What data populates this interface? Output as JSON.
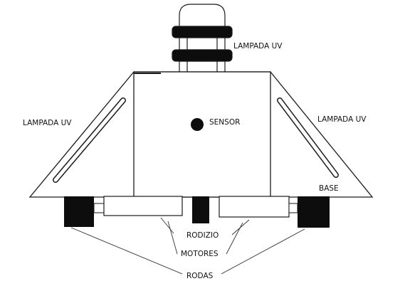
{
  "labels": {
    "lamp_top": "LAMPADA UV",
    "lamp_left": "LAMPADA UV",
    "lamp_right": "LAMPADA UV",
    "sensor": "SENSOR",
    "base": "BASE",
    "rodizio": "RODIZIO",
    "motores": "MOTORES",
    "rodas": "RODAS"
  },
  "colors": {
    "line": "#1a1a1a",
    "fill": "#ffffff",
    "dark": "#0d0d0d"
  }
}
